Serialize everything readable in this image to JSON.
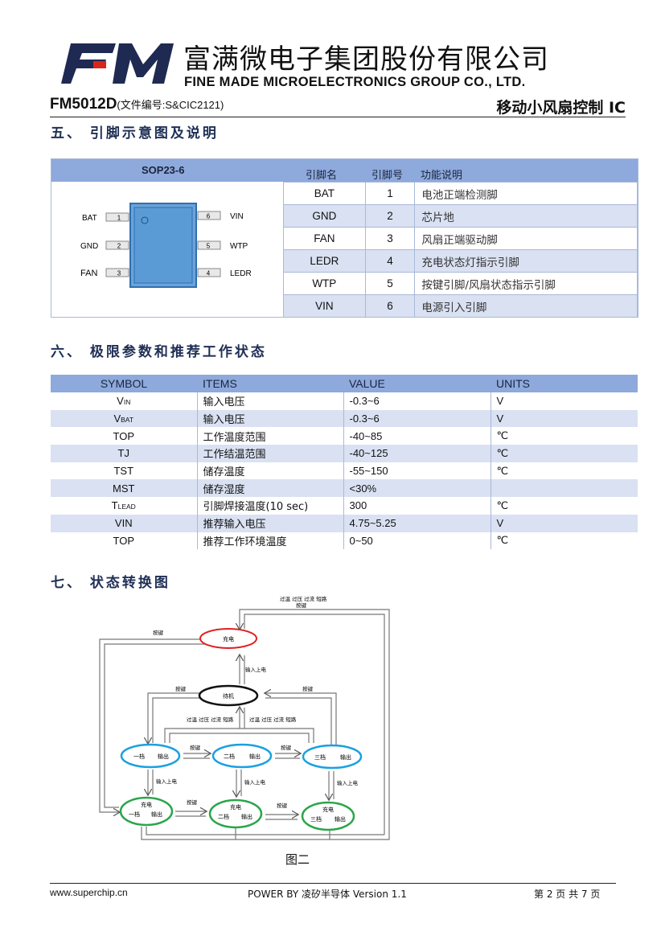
{
  "header": {
    "logo_text": "FM",
    "company_cn": "富满微电子集团股份有限公司",
    "company_en": "FINE MADE MICROELECTRONICS GROUP CO., LTD.",
    "model": "FM5012D",
    "doc_number": "(文件编号:S&CIC2121)",
    "doc_title": "移动小风扇控制 IC",
    "logo_color": "#1f2a52",
    "accent_color": "#d9261c"
  },
  "pin_section": {
    "title": "五、  引脚示意图及说明",
    "package": "SOP23-6",
    "columns": [
      "引脚名",
      "引脚号",
      "功能说明"
    ],
    "pins": [
      {
        "name": "BAT",
        "number": "1",
        "desc": "电池正端检测脚"
      },
      {
        "name": "GND",
        "number": "2",
        "desc": "芯片地"
      },
      {
        "name": "FAN",
        "number": "3",
        "desc": "风扇正端驱动脚"
      },
      {
        "name": "LEDR",
        "number": "4",
        "desc": "充电状态灯指示引脚"
      },
      {
        "name": "WTP",
        "number": "5",
        "desc": "按键引脚/风扇状态指示引脚"
      },
      {
        "name": "VIN",
        "number": "6",
        "desc": "电源引入引脚"
      }
    ],
    "chip_left": [
      {
        "label": "BAT",
        "num": "1"
      },
      {
        "label": "GND",
        "num": "2"
      },
      {
        "label": "FAN",
        "num": "3"
      }
    ],
    "chip_right": [
      {
        "label": "VIN",
        "num": "6"
      },
      {
        "label": "WTP",
        "num": "5"
      },
      {
        "label": "LEDR",
        "num": "4"
      }
    ]
  },
  "limits_section": {
    "title": "六、  极限参数和推荐工作状态",
    "columns": [
      "SYMBOL",
      "ITEMS",
      "VALUE",
      "UNITS"
    ],
    "rows": [
      {
        "symbol": "V",
        "sub": "IN",
        "item": "输入电压",
        "value": "-0.3~6",
        "unit": "V"
      },
      {
        "symbol": "V",
        "sub": "BAT",
        "item": "输入电压",
        "value": "-0.3~6",
        "unit": "V"
      },
      {
        "symbol": "TOP",
        "sub": "",
        "item": "工作温度范围",
        "value": "-40~85",
        "unit": "℃"
      },
      {
        "symbol": "TJ",
        "sub": "",
        "item": "工作结温范围",
        "value": "-40~125",
        "unit": "℃"
      },
      {
        "symbol": "TST",
        "sub": "",
        "item": "储存温度",
        "value": "-55~150",
        "unit": "℃"
      },
      {
        "symbol": "MST",
        "sub": "",
        "item": "储存湿度",
        "value": "<30%",
        "unit": ""
      },
      {
        "symbol": "T",
        "sub": "LEAD",
        "item": "引脚焊接温度(10 sec)",
        "value": "300",
        "unit": "℃"
      },
      {
        "symbol": "VIN",
        "sub": "",
        "item": "推荐输入电压",
        "value": "4.75~5.25",
        "unit": "V"
      },
      {
        "symbol": "TOP",
        "sub": "",
        "item": "推荐工作环境温度",
        "value": "0~50",
        "unit": "℃"
      }
    ]
  },
  "state_section": {
    "title": "七、  状态转换图",
    "caption": "图二",
    "labels": {
      "top_protect": "过温 过压 过流 短路",
      "charging": "充电",
      "standby": "待机",
      "input_power": "输入上电",
      "key": "按键",
      "mid_protect": "过温 过压 过流 短路",
      "gear1": "一档",
      "gear2": "二档",
      "gear3": "三档",
      "output": "输出"
    },
    "colors": {
      "charge": "#e02020",
      "standby": "#111111",
      "gear": "#1aa0e0",
      "charge_gear": "#2aa54a"
    }
  },
  "footer": {
    "website": "www.superchip.cn",
    "powered": "POWER BY  凌矽半导体  Version 1.1",
    "page": "第 2 页 共 7 页"
  }
}
